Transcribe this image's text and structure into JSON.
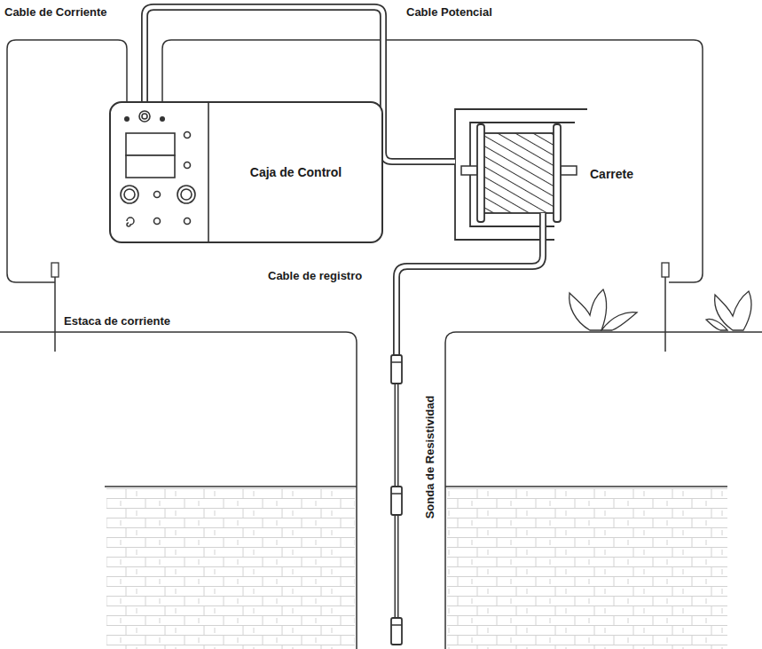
{
  "diagram": {
    "nodes": [
      {
        "text": [
          "Caja de Control"
        ]
      },
      {
        "text": [
          "Carrete"
        ]
      }
    ],
    "edges": [
      {
        "from": 0,
        "to": 1,
        "arrow": "none"
      }
    ],
    "labels": [
      "Cable de Corriente",
      "Cable Potencial",
      "Cable de registro",
      "Estaca de corriente",
      "Sonda de Resistividad"
    ]
  }
}
